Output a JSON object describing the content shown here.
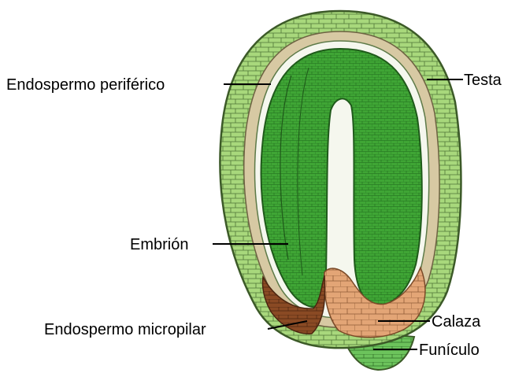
{
  "labels": {
    "peripheral_endosperm": "Endospermo periférico",
    "testa": "Testa",
    "embryo": "Embrión",
    "micropylar_endosperm": "Endospermo micropilar",
    "chalaza": "Calaza",
    "funiculus": "Funículo"
  },
  "colors": {
    "seed_coat": "#a8d87c",
    "seed_coat_stroke": "#3c5a28",
    "tan_layer": "#d7c9a3",
    "embryo": "#3fa535",
    "embryo_dark": "#2f7f2a",
    "micropylar": "#8a4a24",
    "chalaza": "#e3a576",
    "funiculus": "#6cc35c"
  }
}
